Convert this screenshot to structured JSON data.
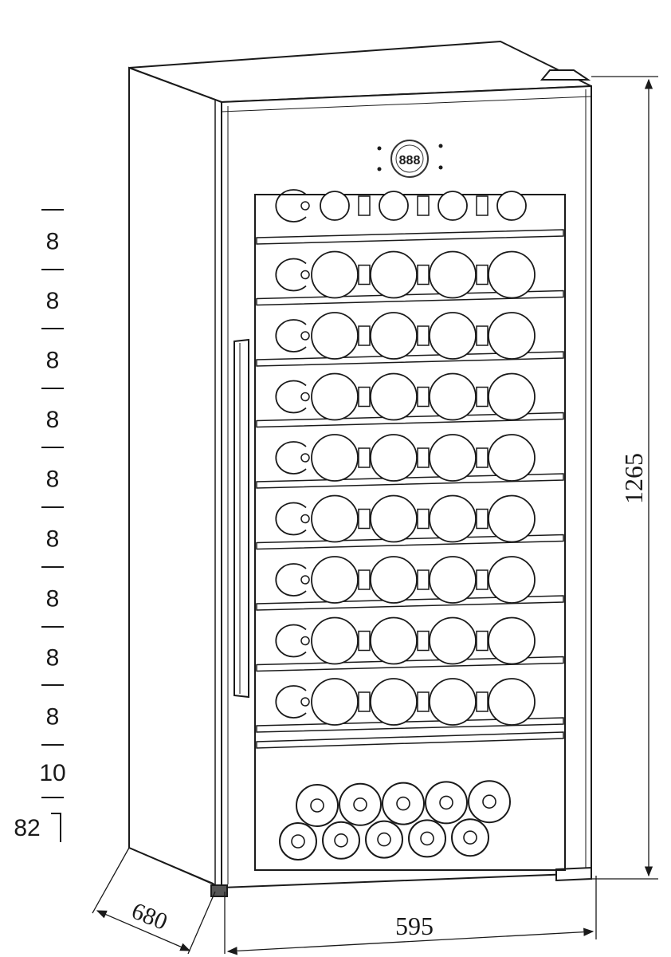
{
  "diagram": {
    "subject": "freestanding wine cooler",
    "colors": {
      "line": "#1a1a1a",
      "display_ring": "#333333"
    }
  },
  "dimensions": {
    "height": "1265",
    "width": "595",
    "depth": "680"
  },
  "shelf_spacing": {
    "labels": [
      "8",
      "8",
      "8",
      "8",
      "8",
      "8",
      "8",
      "8",
      "8",
      "10"
    ],
    "bottom_label": "82"
  },
  "cabinet": {
    "full_shelves": 9,
    "bottles_per_shelf": 4,
    "bottom_rack_rows": [
      5,
      5
    ]
  },
  "control_panel": {
    "readout": "888"
  }
}
